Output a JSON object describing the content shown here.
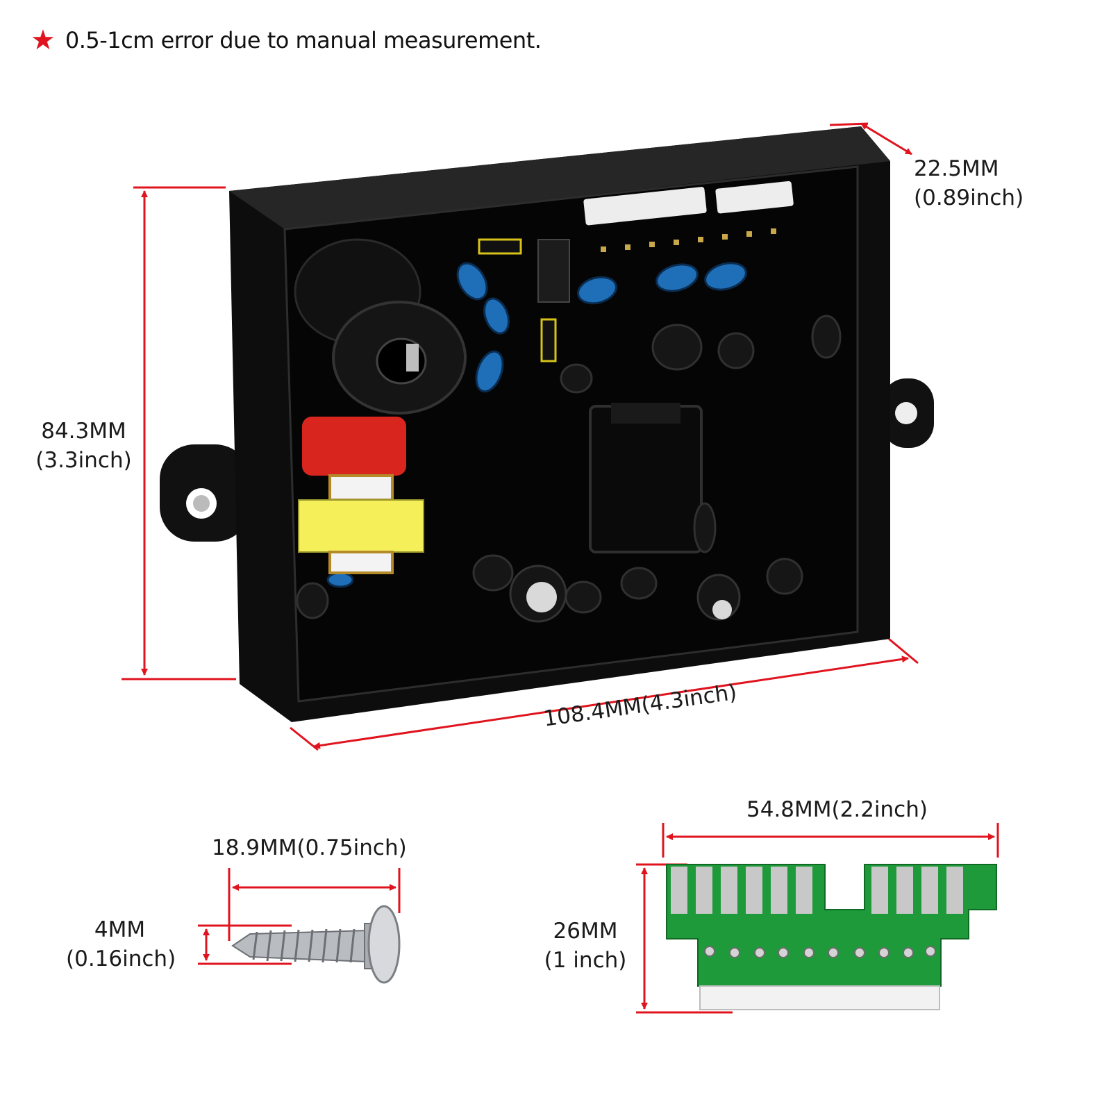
{
  "note": {
    "icon": "star-icon",
    "text": "0.5-1cm error due to manual measurement."
  },
  "labels": {
    "depth_mm": "22.5MM",
    "depth_in": "(0.89inch)",
    "height_mm": "84.3MM",
    "height_in": "(3.3inch)",
    "width": "108.4MM(4.3inch)",
    "screw_length": "18.9MM(0.75inch)",
    "screw_dia_mm": "4MM",
    "screw_dia_in": "(0.16inch)",
    "connector_width": "54.8MM(2.2inch)",
    "connector_height_mm": "26MM",
    "connector_height_in": "(1 inch)"
  },
  "colors": {
    "dimension_line": "#e0141e",
    "board": "#0d0d0d",
    "pcb": "#1e9a3a"
  }
}
